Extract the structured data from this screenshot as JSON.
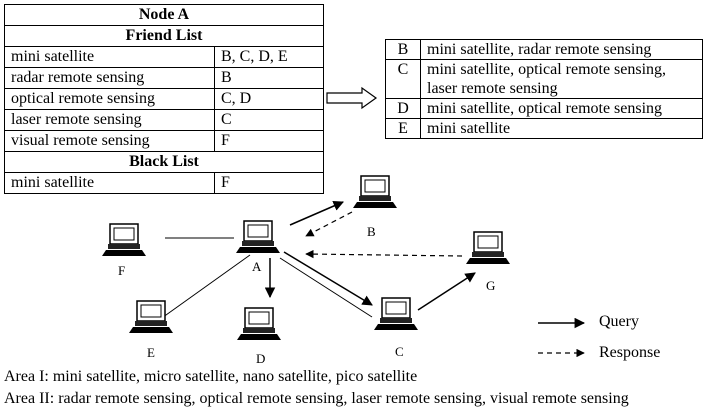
{
  "node_table": {
    "title": "Node A",
    "friend_header": "Friend List",
    "friend_rows": [
      {
        "service": "mini satellite",
        "nodes": "B, C, D, E"
      },
      {
        "service": "radar remote sensing",
        "nodes": "B"
      },
      {
        "service": "optical remote sensing",
        "nodes": "C, D"
      },
      {
        "service": "laser remote sensing",
        "nodes": "C"
      },
      {
        "service": "visual remote sensing",
        "nodes": "F"
      }
    ],
    "black_header": "Black List",
    "black_rows": [
      {
        "service": "mini satellite",
        "nodes": "F"
      }
    ]
  },
  "mapping_table": [
    {
      "node": "B",
      "services": "mini satellite, radar remote sensing"
    },
    {
      "node": "C",
      "services": "mini satellite, optical remote sensing, laser remote sensing"
    },
    {
      "node": "D",
      "services": "mini satellite, optical remote sensing"
    },
    {
      "node": "E",
      "services": "mini satellite"
    }
  ],
  "nodes": {
    "A": "A",
    "B": "B",
    "C": "C",
    "D": "D",
    "E": "E",
    "F": "F",
    "G": "G"
  },
  "legend": {
    "query": "Query",
    "response": "Response"
  },
  "areas": {
    "area1": "Area I: mini satellite, micro satellite, nano satellite, pico satellite",
    "area2": "Area II: radar remote sensing, optical remote sensing, laser remote sensing, visual remote sensing"
  }
}
